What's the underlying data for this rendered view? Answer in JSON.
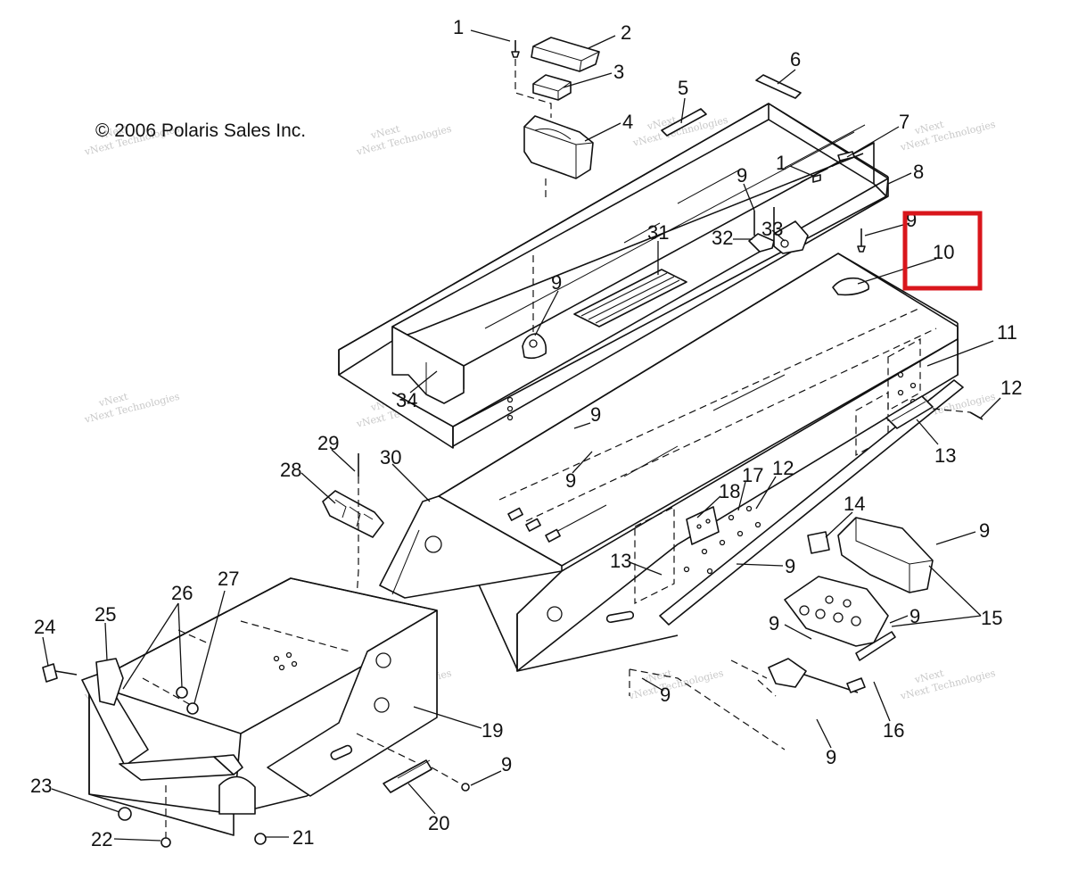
{
  "copyright": "© 2006 Polaris Sales Inc.",
  "watermark": {
    "line1": "vNext",
    "line2": "Technologies",
    "full": "vNext Technologies"
  },
  "highlight_color": "#d9161c",
  "callouts": {
    "c1a": "1",
    "c2": "2",
    "c3": "3",
    "c4": "4",
    "c5": "5",
    "c6": "6",
    "c7": "7",
    "c1b": "1",
    "c8": "8",
    "c9a": "9",
    "c9b": "9",
    "c10": "10",
    "c11": "11",
    "c12a": "12",
    "c13a": "13",
    "c9c": "9",
    "c31": "31",
    "c32": "32",
    "c33": "33",
    "c34": "34",
    "c9d": "9",
    "c9e": "9",
    "c29": "29",
    "c28": "28",
    "c30": "30",
    "c18": "18",
    "c17": "17",
    "c12b": "12",
    "c14": "14",
    "c9f": "9",
    "c13b": "13",
    "c9g": "9",
    "c15": "15",
    "c9h": "9",
    "c9i": "9",
    "c9j": "9",
    "c16": "16",
    "c9k": "9",
    "c24": "24",
    "c25": "25",
    "c26": "26",
    "c27": "27",
    "c19": "19",
    "c9l": "9",
    "c20": "20",
    "c23": "23",
    "c22": "22",
    "c21": "21"
  }
}
